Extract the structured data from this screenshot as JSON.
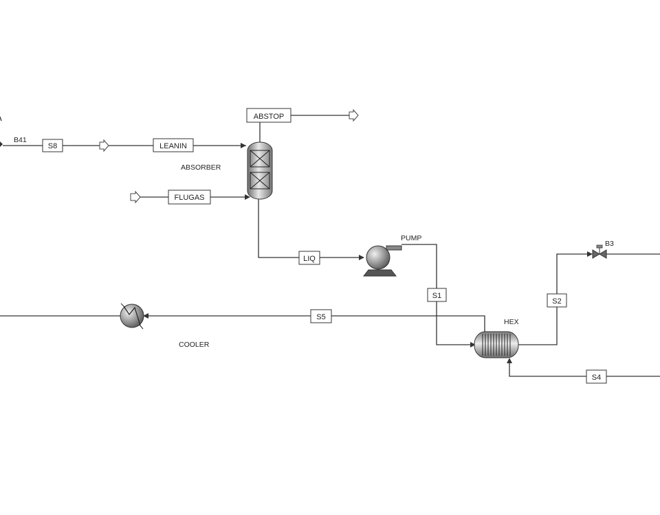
{
  "blocks": {
    "b41": "B41",
    "absorber": "ABSORBER",
    "pump": "PUMP",
    "hex": "HEX",
    "b3": "B3",
    "cooler": "COOLER"
  },
  "streams": {
    "s8": "S8",
    "leanin": "LEANIN",
    "abstop": "ABSTOP",
    "flugas": "FLUGAS",
    "liq": "LIQ",
    "s1": "S1",
    "s2": "S2",
    "s5": "S5",
    "s4": "S4"
  }
}
